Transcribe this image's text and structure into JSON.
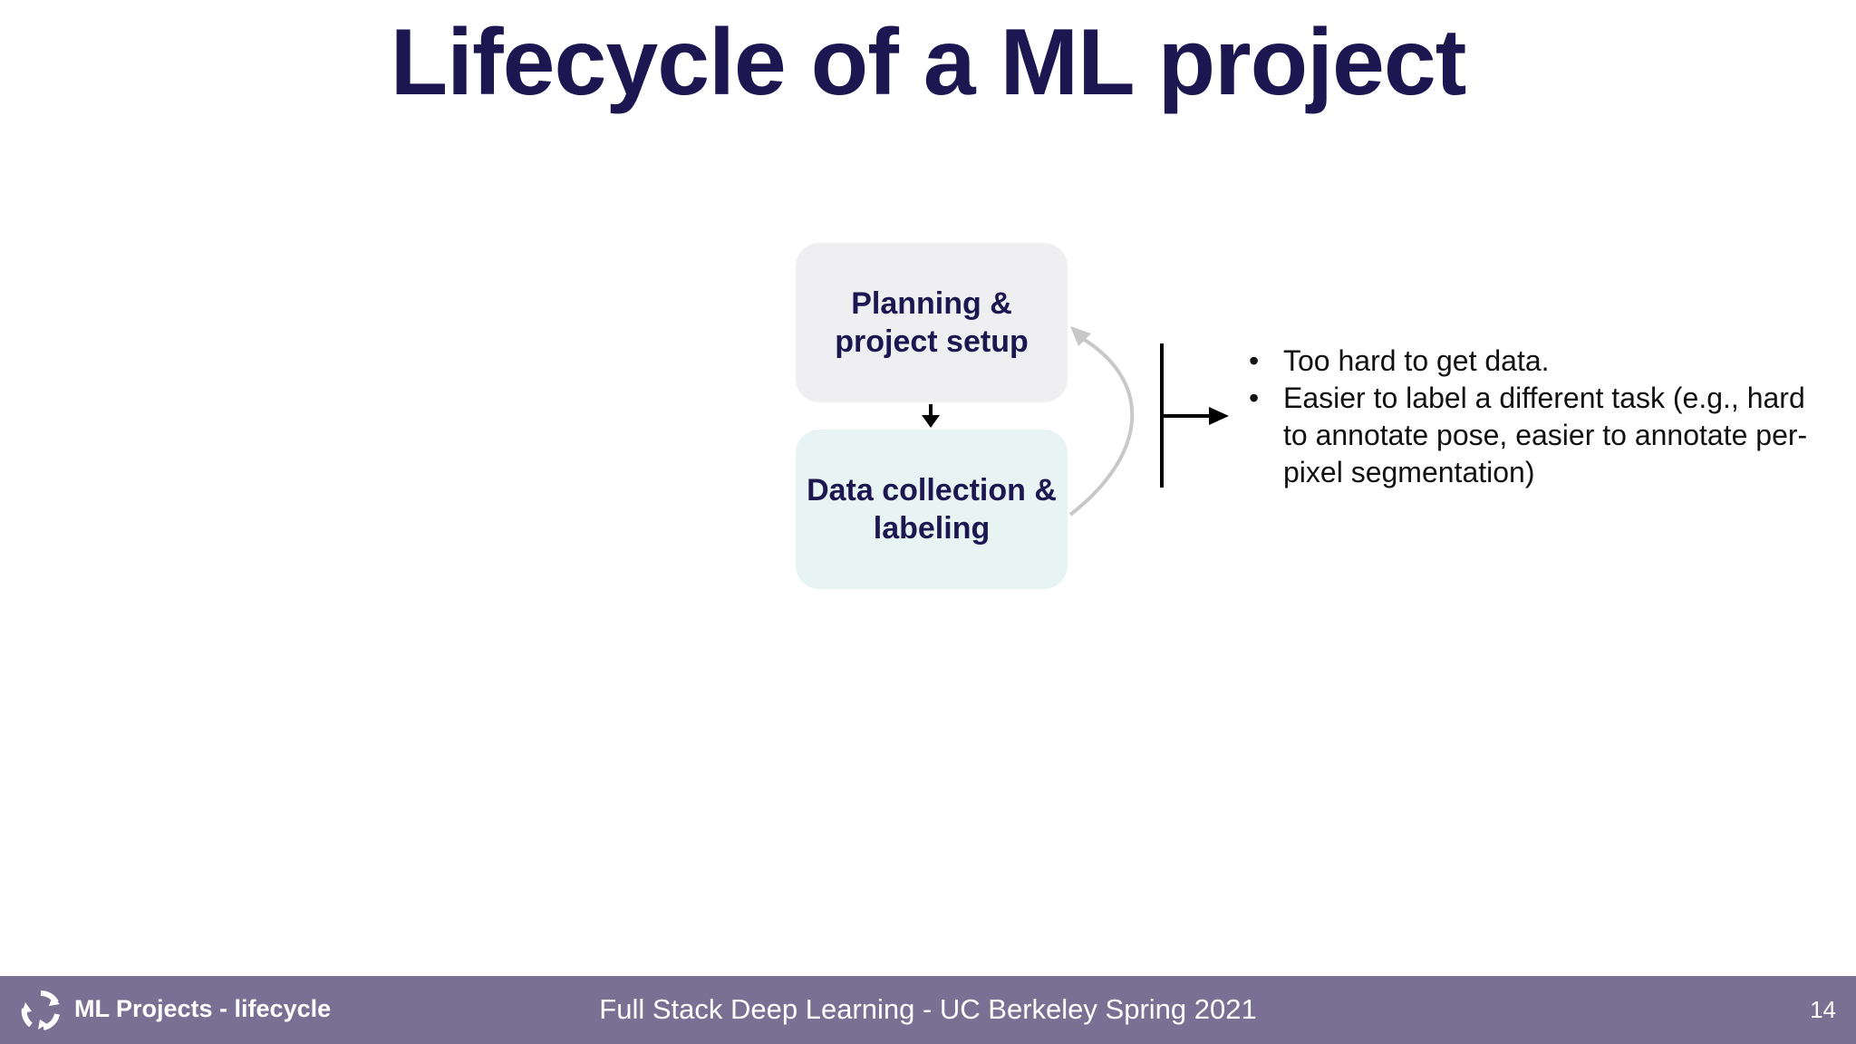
{
  "title": "Lifecycle of a ML project",
  "diagram": {
    "nodes": [
      {
        "id": "planning",
        "label": "Planning & project setup"
      },
      {
        "id": "data",
        "label": "Data collection & labeling"
      }
    ],
    "edges": [
      {
        "from": "planning",
        "to": "data",
        "style": "solid-black"
      },
      {
        "from": "data",
        "to": "planning",
        "style": "curved-gray"
      }
    ]
  },
  "bullets": [
    "Too hard to get data.",
    "Easier to label a different task (e.g., hard to annotate pose, easier to annotate per-pixel segmentation)"
  ],
  "footer": {
    "logo_icon": "recycle-arrows-icon",
    "section": "ML Projects - lifecycle",
    "course": "Full Stack Deep Learning - UC Berkeley Spring 2021",
    "page_number": "14"
  },
  "colors": {
    "title": "#1c1750",
    "footer_bg": "#797093",
    "planning_box": "#efeff1",
    "data_box": "#e8f3f3",
    "feedback_arrow": "#c8c8c8"
  }
}
